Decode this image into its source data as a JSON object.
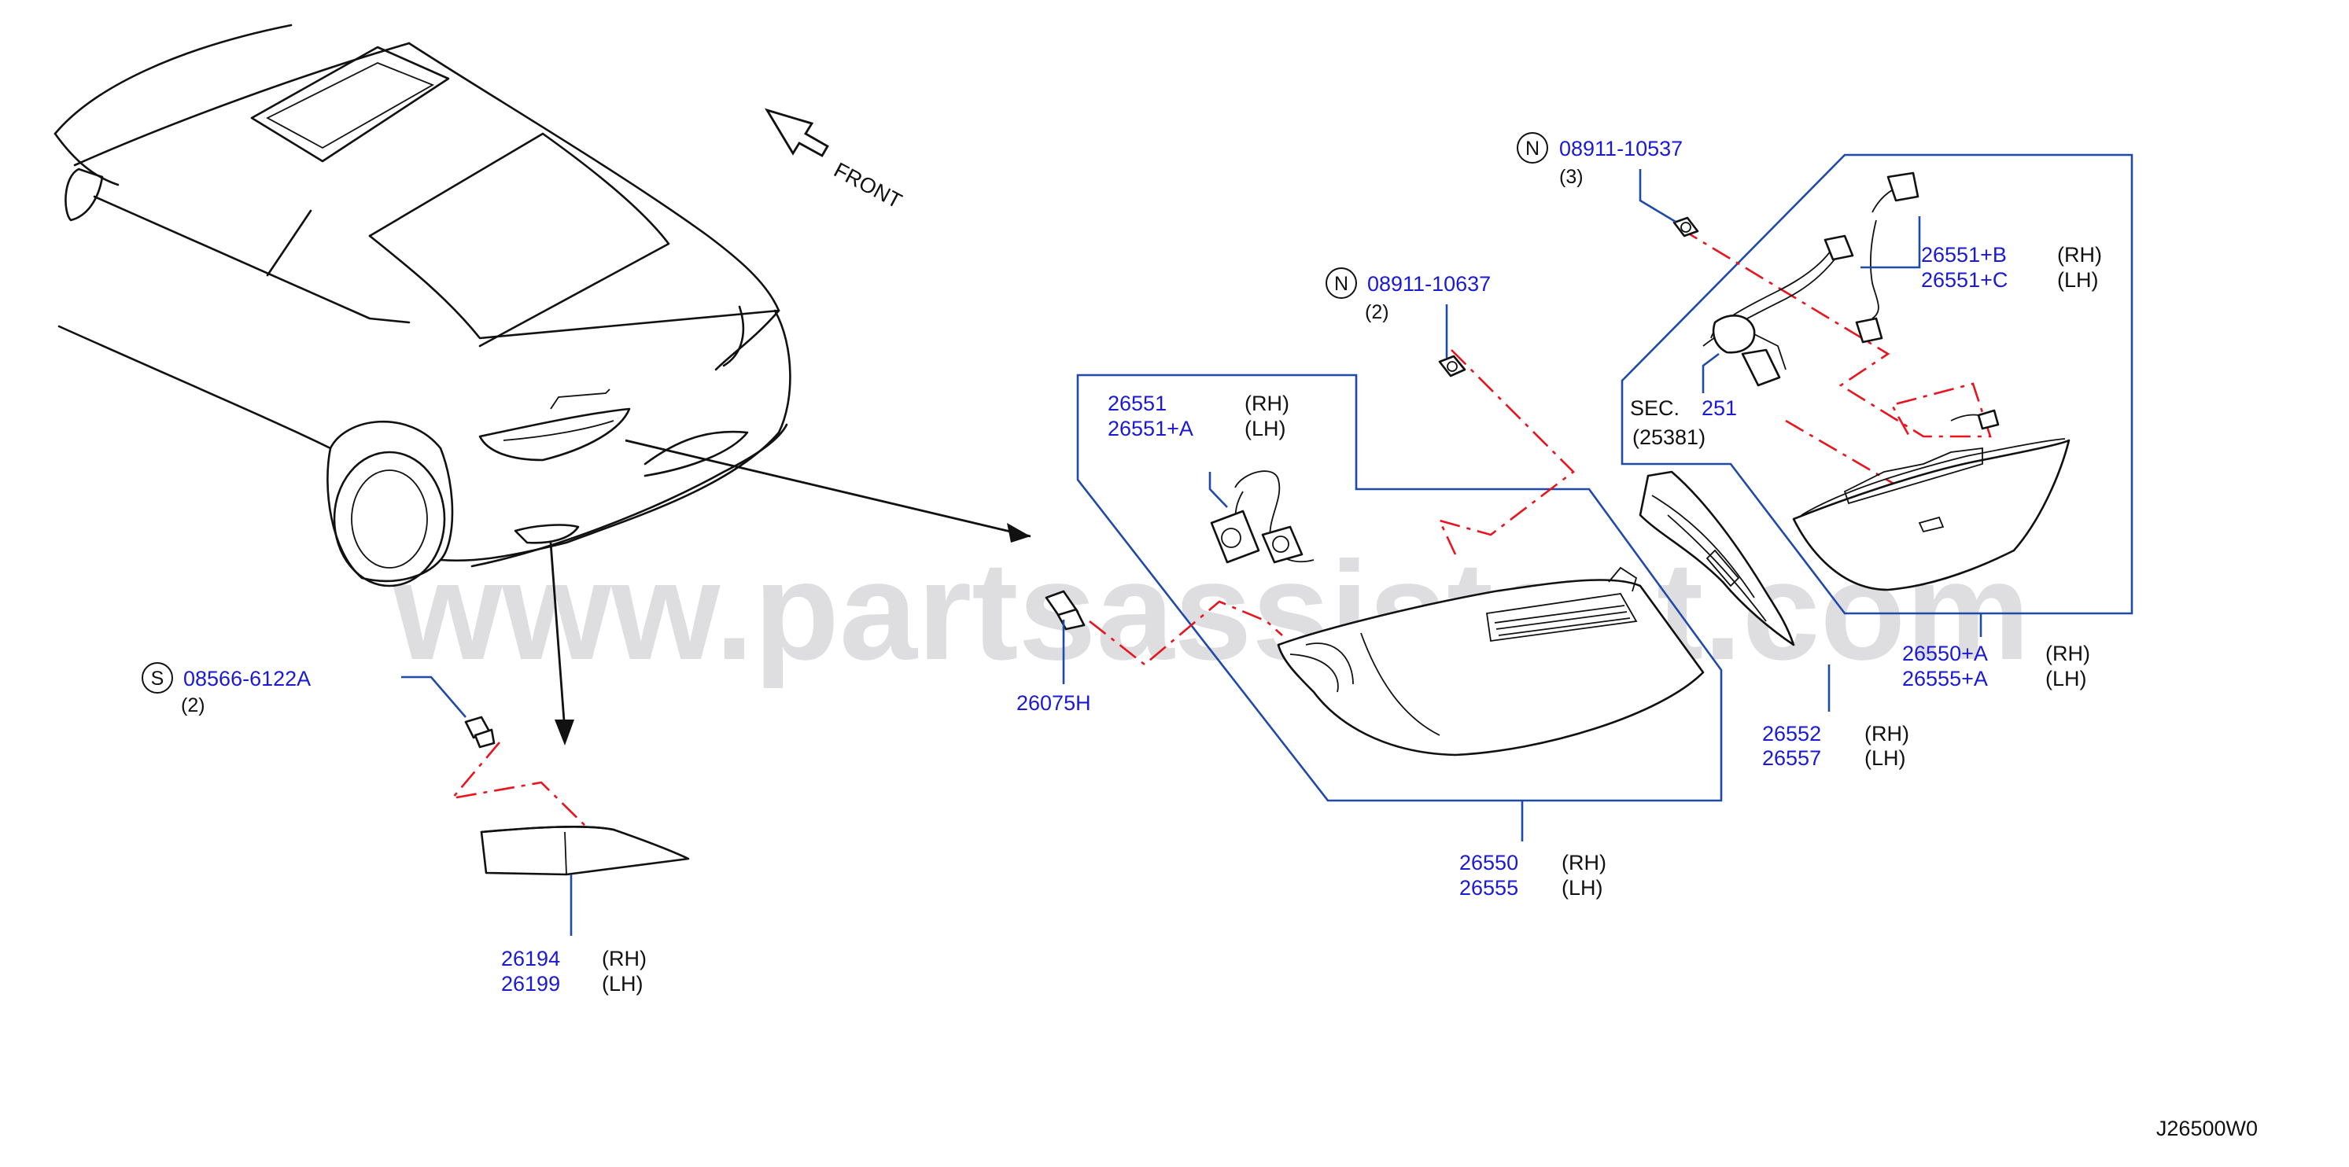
{
  "watermark": "www.partsassistant.com",
  "diagram_code": "J26500W0",
  "front_label": "FRONT",
  "callouts": [
    {
      "id": "c-08911-10537",
      "symbol": "N",
      "part": "08911-10537",
      "qty": "(3)"
    },
    {
      "id": "c-08911-10637",
      "symbol": "N",
      "part": "08911-10637",
      "qty": "(2)"
    },
    {
      "id": "c-08566-6122a",
      "symbol": "S",
      "part": "08566-6122A",
      "qty": "(2)"
    },
    {
      "id": "c-26551",
      "parts": [
        {
          "no": "26551",
          "side": "(RH)"
        },
        {
          "no": "26551+A",
          "side": "(LH)"
        }
      ]
    },
    {
      "id": "c-26551b",
      "parts": [
        {
          "no": "26551+B",
          "side": "(RH)"
        },
        {
          "no": "26551+C",
          "side": "(LH)"
        }
      ]
    },
    {
      "id": "c-26075h",
      "part": "26075H"
    },
    {
      "id": "c-26550a",
      "parts": [
        {
          "no": "26550+A",
          "side": "(RH)"
        },
        {
          "no": "26555+A",
          "side": "(LH)"
        }
      ]
    },
    {
      "id": "c-26552",
      "parts": [
        {
          "no": "26552",
          "side": "(RH)"
        },
        {
          "no": "26557",
          "side": "(LH)"
        }
      ]
    },
    {
      "id": "c-26550",
      "parts": [
        {
          "no": "26550",
          "side": "(RH)"
        },
        {
          "no": "26555",
          "side": "(LH)"
        }
      ]
    },
    {
      "id": "c-26194",
      "parts": [
        {
          "no": "26194",
          "side": "(RH)"
        },
        {
          "no": "26199",
          "side": "(LH)"
        }
      ]
    }
  ],
  "section_ref": {
    "prefix": "SEC.",
    "number": "251",
    "sub": "(25381)"
  }
}
